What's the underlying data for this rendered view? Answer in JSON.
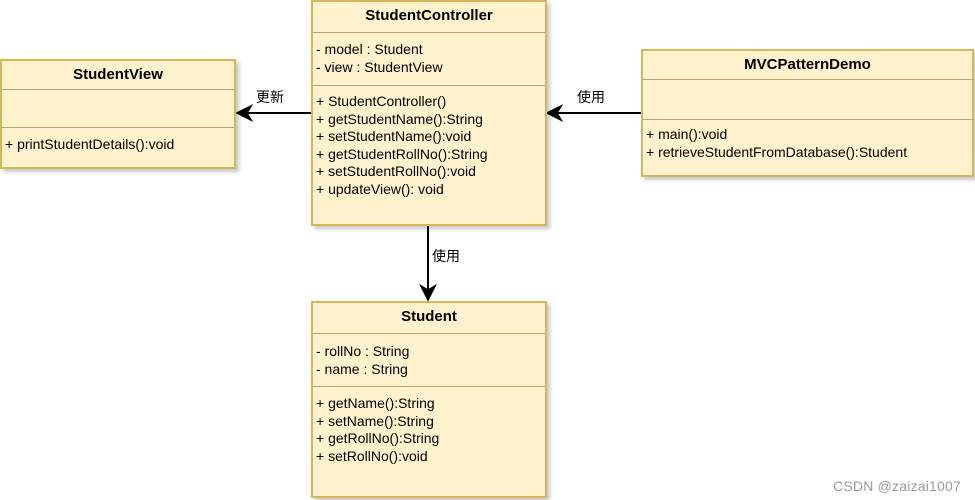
{
  "classes": {
    "controller": {
      "name": "StudentController",
      "attributes": [
        "- model : Student",
        "- view : StudentView"
      ],
      "methods": [
        "+ StudentController()",
        "+ getStudentName():String",
        "+ setStudentName():void",
        "+ getStudentRollNo():String",
        "+ setStudentRollNo():void",
        "+ updateView(): void"
      ]
    },
    "view": {
      "name": "StudentView",
      "attributes": [],
      "methods": [
        "+ printStudentDetails():void"
      ]
    },
    "demo": {
      "name": "MVCPatternDemo",
      "attributes": [],
      "methods": [
        "+ main():void",
        "+ retrieveStudentFromDatabase():Student"
      ]
    },
    "student": {
      "name": "Student",
      "attributes": [
        "- rollNo : String",
        "- name : String"
      ],
      "methods": [
        "+ getName():String",
        "+ setName():String",
        "+ getRollNo():String",
        "+ setRollNo():void"
      ]
    }
  },
  "edges": {
    "controller_to_view": "更新",
    "demo_to_controller": "使用",
    "controller_to_student": "使用"
  },
  "colors": {
    "fill": "#fff2cc",
    "stroke": "#d6b656",
    "arrow": "#000000"
  },
  "watermark": "CSDN @zaizai1007"
}
